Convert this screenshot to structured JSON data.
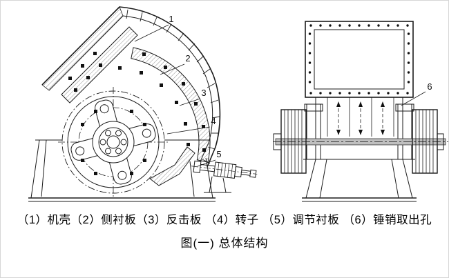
{
  "figure": {
    "part_labels": {
      "n1": "1",
      "n2": "2",
      "n3": "3",
      "n4": "4",
      "n5": "5",
      "n6": "6"
    },
    "caption": {
      "parts_line": "（1）机壳（2）侧衬板（3）反击板 （4）转子 （5）调节衬板 （6）锤销取出孔",
      "title_line": "图(一)  总体结构"
    },
    "colors": {
      "line": "#1a1a1a",
      "shaft_fill": "#bfbfbf",
      "background": "#ffffff"
    }
  }
}
